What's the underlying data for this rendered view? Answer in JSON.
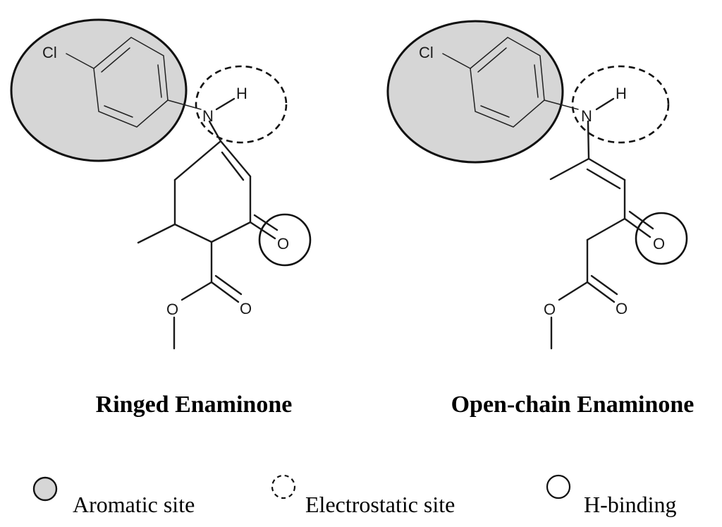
{
  "molecules": {
    "ringed": {
      "title": "Ringed Enaminone",
      "atoms": {
        "cl": "Cl",
        "n": "N",
        "h": "H",
        "o_keto": "O",
        "o_ester_single": "O",
        "o_ester_double": "O"
      }
    },
    "open": {
      "title": "Open-chain Enaminone",
      "atoms": {
        "cl": "Cl",
        "n": "N",
        "h": "H",
        "o_keto": "O",
        "o_ester_single": "O",
        "o_ester_double": "O"
      }
    }
  },
  "legend": {
    "aromatic": "Aromatic site",
    "electrostatic": "Electrostatic site",
    "hbond": "H-binding"
  },
  "colors": {
    "aromatic_fill": "#d6d6d6",
    "stroke": "#111111"
  }
}
